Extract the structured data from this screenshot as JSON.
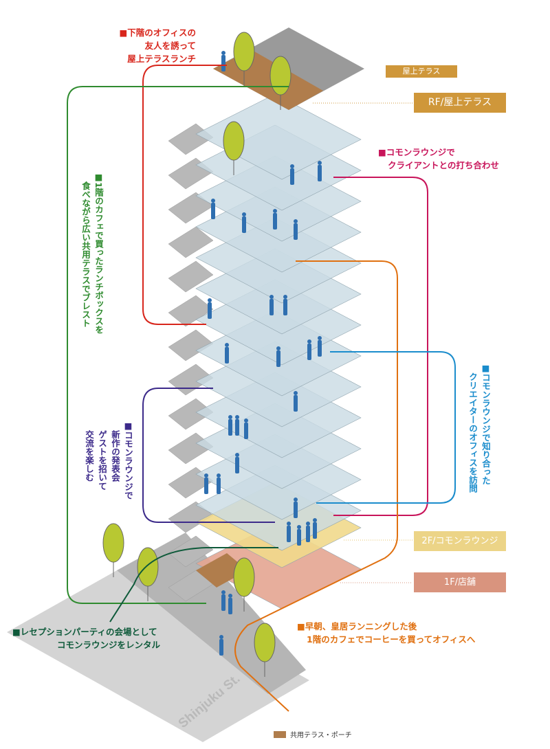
{
  "colors": {
    "red": "#d8261c",
    "green": "#2f8b2f",
    "magenta": "#c8145a",
    "orange": "#e07010",
    "blue": "#1a8ccc",
    "purple": "#3c2a8a",
    "darkgreen": "#0e5a3a",
    "terrace": "#b07d4c",
    "gold": "#cf973a",
    "yellow": "#e8c35a",
    "salmon": "#d8927c"
  },
  "labels": {
    "roof_lunch": [
      "■下階のオフィスの",
      "友人を誘って",
      "屋上テラスランチ"
    ],
    "client_meeting": [
      "■コモンラウンジで",
      "クライアントとの打ち合わせ"
    ],
    "cafe_brainstorm": [
      "■1階のカフェで買ったランチボックスを",
      "食べながら広い共用テラスでブレスト"
    ],
    "new_product": [
      "■コモンラウンジで",
      "新作の発表会",
      "ゲストを招いて",
      "交流を楽しむ"
    ],
    "creator_visit": [
      "■コモンラウンジで知り合った",
      "クリエイターのオフィスを訪問"
    ],
    "reception": [
      "■レセプションパーティの会場として",
      "コモンラウンジをレンタル"
    ],
    "morning_run": [
      "■早朝、皇居ランニングした後",
      "1階のカフェでコーヒーを買ってオフィスへ"
    ]
  },
  "floor_tags": {
    "rooftop_small": "屋上テラス",
    "rf": "RF/屋上テラス",
    "f2": "2F/コモンラウンジ",
    "f1": "1F/店舗"
  },
  "street": "Shinjuku St.",
  "legend": {
    "label": "共用テラス・ポーチ"
  }
}
